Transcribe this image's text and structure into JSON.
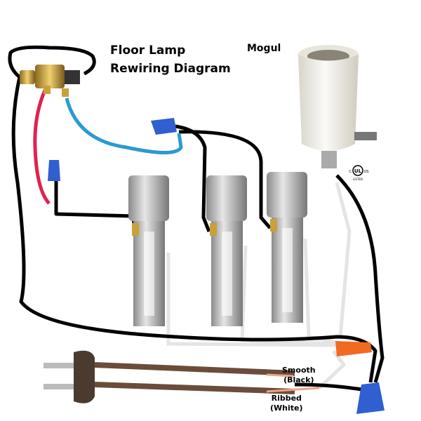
{
  "title_line1": "Floor Lamp",
  "title_line2": "Rewiring Diagram",
  "mogul_label": "Mogul",
  "smooth_label": "Smooth",
  "smooth_sub": "(Black)",
  "ribbed_label": "Ribbed",
  "ribbed_sub": "(White)",
  "ul_mark": {
    "left": "C",
    "center": "UL",
    "right": "US",
    "bottom": "LISTED"
  },
  "colors": {
    "hot": "#e0224f",
    "switched": "#2a9bd0",
    "neutral": "#e8e8e8",
    "nut_blue": "#2f5fd0",
    "nut_orange": "#f06a22",
    "cord": "#6b4c3a"
  }
}
